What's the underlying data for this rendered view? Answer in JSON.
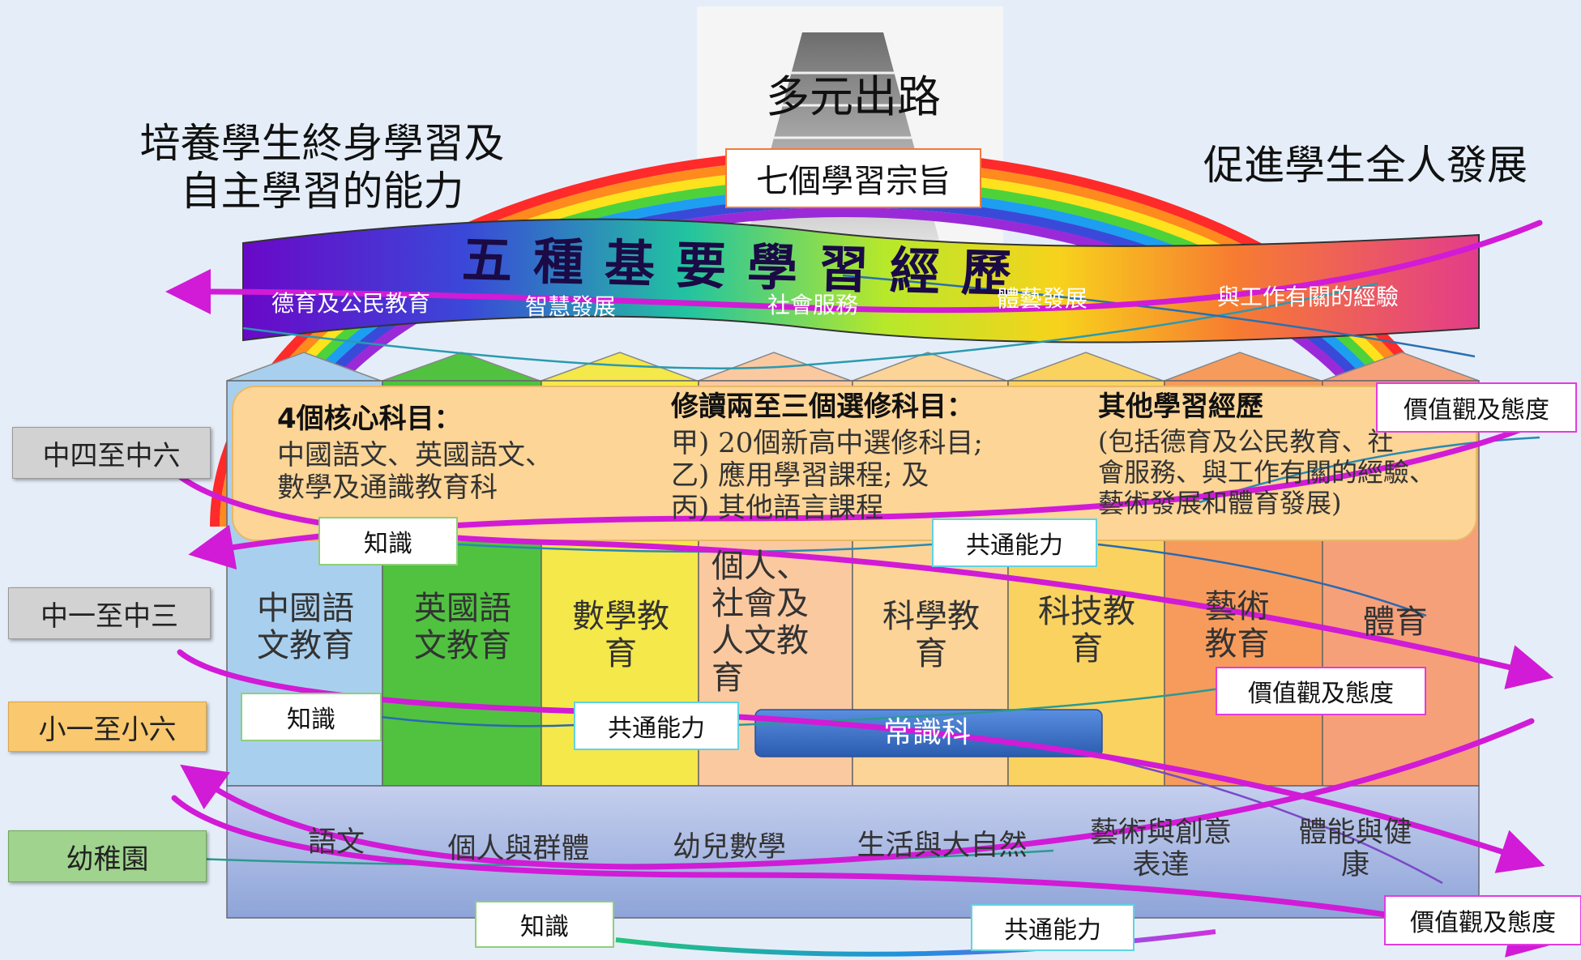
{
  "top_title": "多元出路",
  "left_goal": "培養學生終身學習及\n自主學習的能力",
  "right_goal": "促進學生全人發展",
  "aims_box": "七個學習宗旨",
  "banner": {
    "title": "五種基要學習經歷",
    "items": [
      "德育及公民教育",
      "智慧發展",
      "社會服務",
      "體藝發展",
      "與工作有關的經驗"
    ]
  },
  "senior": {
    "core_title": "4個核心科目：",
    "core_text": "中國語文、英國語文、\n數學及通識教育科",
    "elective_title": "修讀兩至三個選修科目：",
    "elective_text": "甲) 20個新高中選修科目;\n乙) 應用學習課程; 及\n丙) 其他語言課程",
    "ole_title": "其他學習經歷",
    "ole_text": "(包括德育及公民教育、社\n會服務、與工作有關的經驗、\n藝術發展和體育發展)"
  },
  "kla": [
    "中國語\n文教育",
    "英國語\n文教育",
    "數學教\n育",
    "個人、\n社會及\n人文教\n育",
    "科學教\n育",
    "科技教\n育",
    "藝術\n教育",
    "體育"
  ],
  "general_studies": "常識科",
  "kindergarten_areas": [
    "語文",
    "個人與群體",
    "幼兒數學",
    "生活與大自然",
    "藝術與創意\n表達",
    "體能與健\n康"
  ],
  "stage_labels": {
    "s4_6": "中四至中六",
    "s1_3": "中一至中三",
    "p1_6": "小一至小六",
    "kg": "幼稚園"
  },
  "curriculum_labels": {
    "knowledge": "知識",
    "generic_skills": "共通能力",
    "values_attitudes": "價值觀及態度"
  },
  "colors": {
    "background": "#e5eef8",
    "senior_panel": "#fcd597",
    "kg_base": "#a4b6e0",
    "general_studies": "#3e70c4",
    "knowledge_border": "#8fcf7a",
    "skills_border": "#5fd3e3",
    "values_border": "#e23ce0",
    "s4_6_label": "#d2d2d2",
    "s1_3_label": "#d2d2d2",
    "p1_6_label": "#f9c86f",
    "kg_label": "#9fd38e",
    "pillars": [
      "#a9cfee",
      "#50c240",
      "#f4e84a",
      "#fbc9a0",
      "#fcd497",
      "#fad260",
      "#f79b5c",
      "#f6a07a"
    ]
  }
}
